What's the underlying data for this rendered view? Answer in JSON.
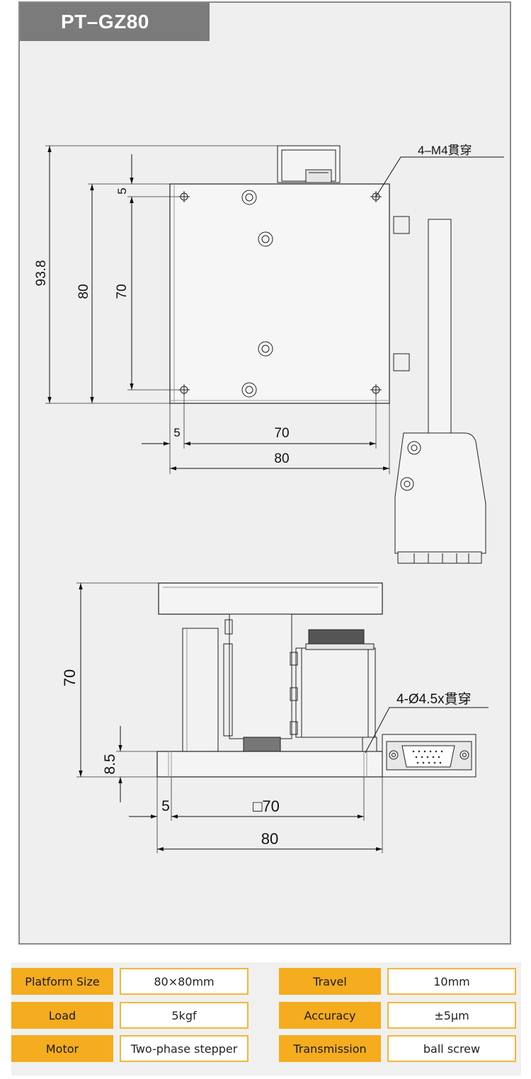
{
  "title": "PT–GZ80",
  "top_view": {
    "dim_height_total": "93.8",
    "dim_height_platform": "80",
    "dim_hole_spacing_v": "70",
    "dim_offset_top": "5",
    "dim_offset_left": "5",
    "dim_hole_spacing_h": "70",
    "dim_width": "80",
    "callout": "4–M4貫穿"
  },
  "side_view": {
    "dim_height": "70",
    "dim_base_thickness": "8.5",
    "dim_offset_left": "5",
    "dim_hole_spacing": "□70",
    "dim_width": "80",
    "callout": "4-Ø4.5x貫穿"
  },
  "specs": [
    {
      "label": "Platform Size",
      "value": "80×80mm"
    },
    {
      "label": "Load",
      "value": "5kgf"
    },
    {
      "label": "Motor",
      "value": "Two-phase stepper"
    },
    {
      "label": "Travel",
      "value": "10mm"
    },
    {
      "label": "Accuracy",
      "value": "±5μm"
    },
    {
      "label": "Transmission",
      "value": "ball screw"
    }
  ],
  "colors": {
    "panel_bg": "#efefef",
    "title_bg": "#7b7b7b",
    "label_bg": "#f5ac1e",
    "cell_border": "#f4b63a"
  }
}
